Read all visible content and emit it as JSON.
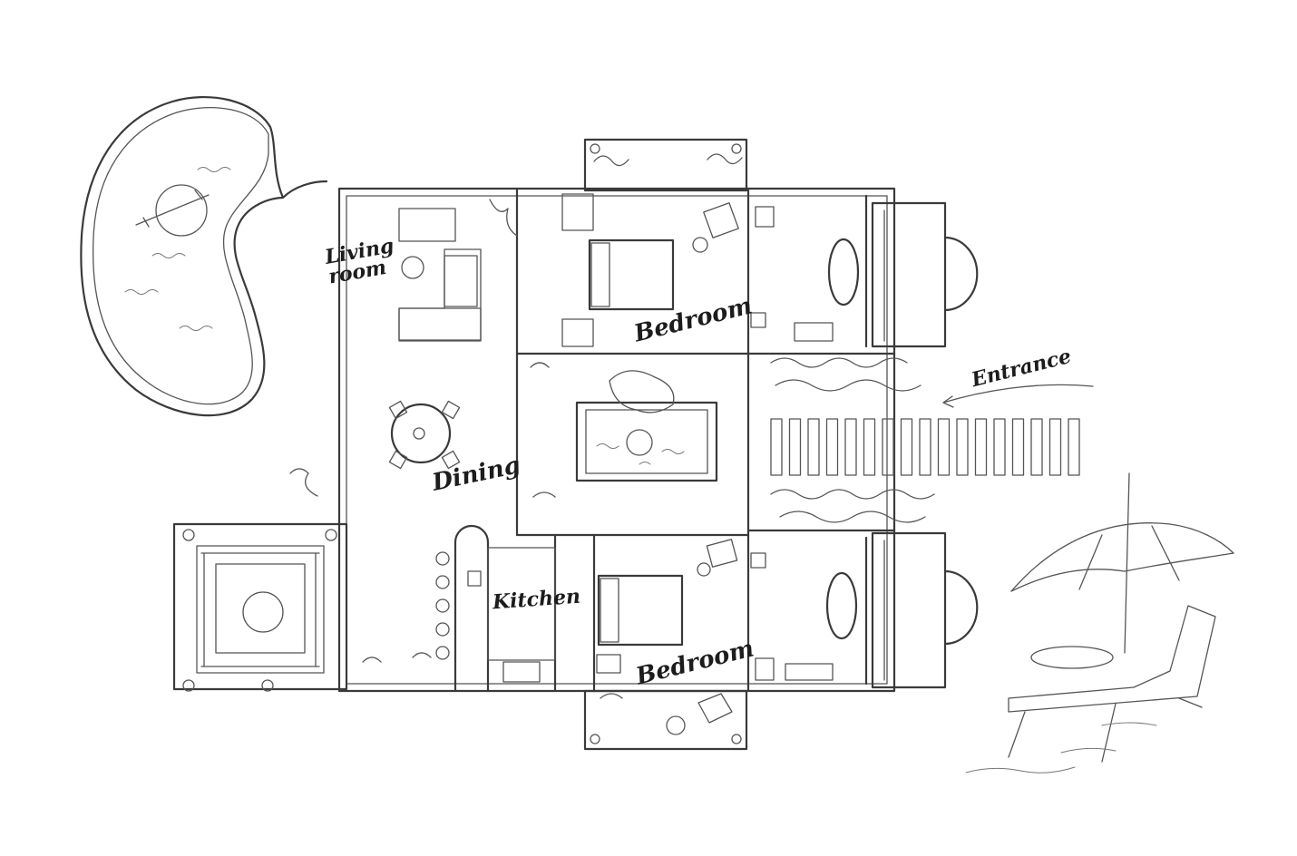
{
  "labels": {
    "living_room": "Living room",
    "dining": "Dining",
    "kitchen": "Kitchen",
    "bedroom_top": "Bedroom",
    "bedroom_bottom": "Bedroom",
    "entrance": "Entrance"
  }
}
